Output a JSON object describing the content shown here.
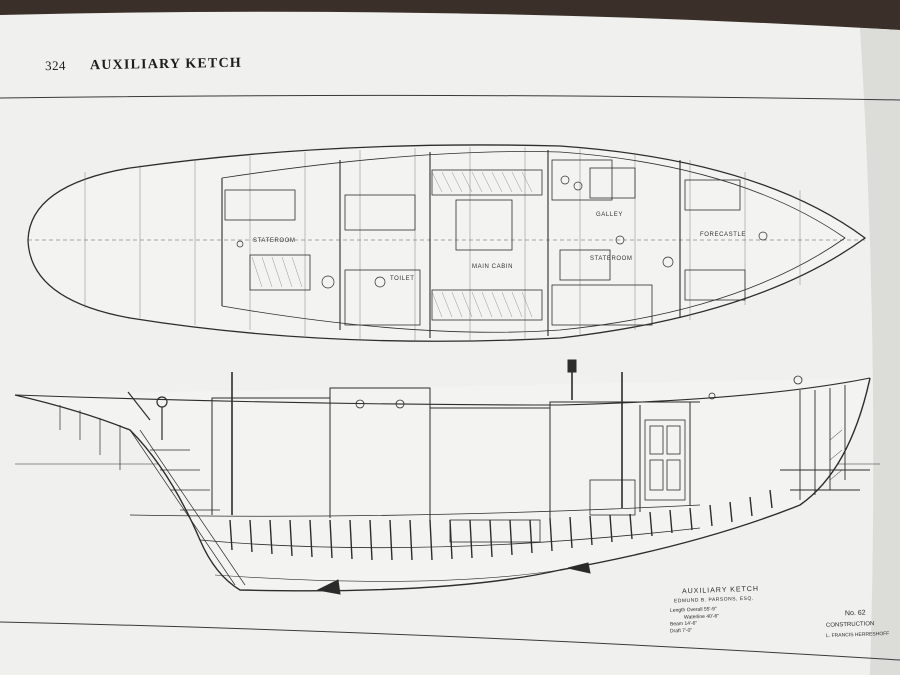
{
  "page": {
    "number": "324",
    "title": "AUXILIARY KETCH"
  },
  "plan_labels": {
    "stateroom_aft": "STATEROOM",
    "toilet": "TOILET",
    "main_cabin": "MAIN CABIN",
    "galley": "GALLEY",
    "stateroom_fwd": "STATEROOM",
    "forecastle": "FORECASTLE"
  },
  "caption": {
    "title": "AUXILIARY KETCH",
    "designer": "EDMUND B. PARSONS, ESQ.",
    "dimensions": [
      {
        "label": "Length Overall",
        "value": "55'-9\""
      },
      {
        "label": "Waterline",
        "value": "40'-6\""
      },
      {
        "label": "Beam",
        "value": "14'-6\""
      },
      {
        "label": "Draft",
        "value": "7'-0\""
      }
    ],
    "plate": "No. 62",
    "build_note": "CONSTRUCTION",
    "builder": "L. FRANCIS HERRESHOFF"
  },
  "colors": {
    "paper": "#f1f1ef",
    "ink": "#2a2a2a",
    "table_wood": "#3a2f27"
  }
}
